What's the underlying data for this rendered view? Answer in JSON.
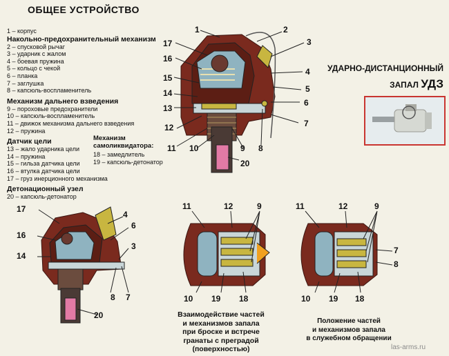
{
  "title": "ОБЩЕЕ УСТРОЙСТВО",
  "legend": {
    "item_1": "1 – корпус",
    "group1": {
      "heading": "Накольно-предохранительный механизм",
      "items": [
        "2 – спусковой рычаг",
        "3 – ударник с жалом",
        "4 – боевая пружина",
        "5 – кольцо с чекой",
        "6 – планка",
        "7 – заглушка",
        "8 – капсюль-воспламенитель"
      ]
    },
    "group2": {
      "heading": "Механизм дальнего взведения",
      "items": [
        "9 – пороховые предохранители",
        "10 – капсюль-воспламенитель",
        "11 – движок механизма дальнего взведения",
        "12 – пружина"
      ]
    },
    "group3": {
      "heading": "Датчик цели",
      "items": [
        "13 – жало ударника цели",
        "14 – пружина",
        "15 – гильза датчика цели",
        "16 – втулка датчика цели",
        "17 – груз инерционного механизма"
      ]
    },
    "group4": {
      "heading": "Механизм самоликвидатора:",
      "items": [
        "18 – замедлитель",
        "19 – капсюль-детонатор"
      ]
    },
    "group5": {
      "heading": "Детонационный узел",
      "items": [
        "20 – капсюль-детонатор"
      ]
    }
  },
  "fuze_title": {
    "line1": "УДАРНО-ДИСТАНЦИОННЫЙ",
    "line2": "ЗАПАЛ",
    "name": "УДЗ"
  },
  "callouts": {
    "main": [
      "1",
      "2",
      "3",
      "4",
      "5",
      "6",
      "7",
      "8",
      "9",
      "10",
      "11",
      "12",
      "13",
      "14",
      "15",
      "16",
      "17",
      "20"
    ],
    "bottom_left": [
      "17",
      "16",
      "14",
      "4",
      "6",
      "3",
      "8",
      "7",
      "20"
    ],
    "bottom_mid": [
      "11",
      "12",
      "9",
      "10",
      "19",
      "18"
    ],
    "bottom_right": [
      "11",
      "12",
      "9",
      "7",
      "8",
      "10",
      "19",
      "18"
    ]
  },
  "captions": {
    "mid": [
      "Взаимодействие частей",
      "и механизмов запала",
      "при броске и встрече",
      "гранаты с преградой",
      "(поверхностью)"
    ],
    "right": [
      "Положение частей",
      "и механизмов запала",
      "в служебном обращении"
    ]
  },
  "watermark": "las-arms.ru",
  "colors": {
    "body": "#7a2a1e",
    "steel": "#8fb3c0",
    "spring": "#c8b640",
    "pink": "#e27aa5",
    "bg": "#f3f1e6"
  }
}
